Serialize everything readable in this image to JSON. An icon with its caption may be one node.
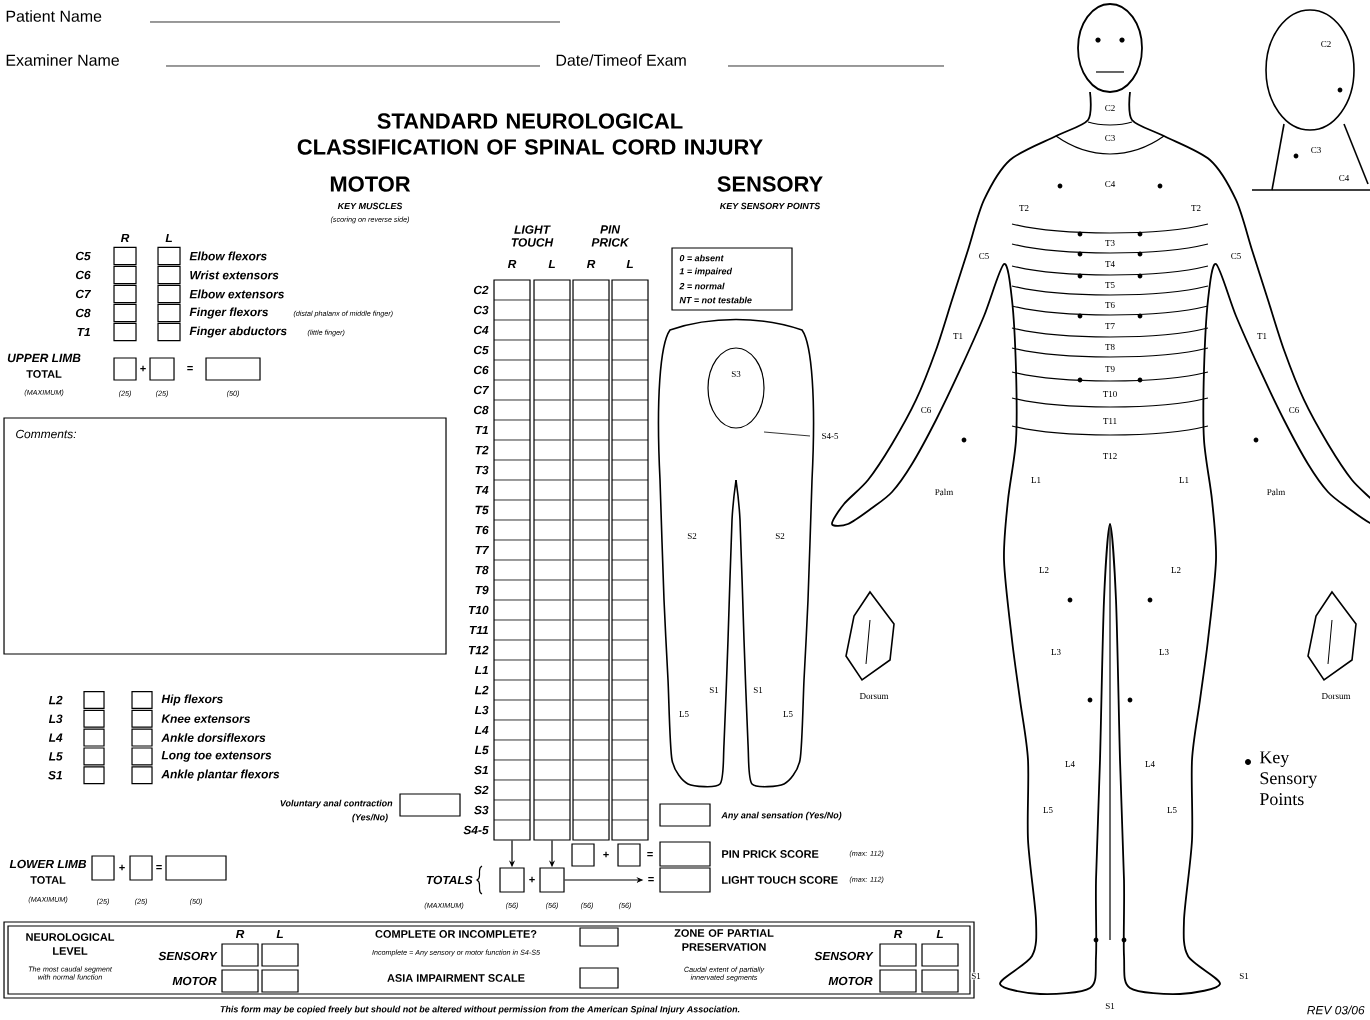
{
  "diagram": {
    "title": "STANDARD NEUROLOGICAL CLASSIFICATION OF SPINAL CORD INJURY",
    "nodes": [
      {
        "text": [],
        "shape": "box"
      },
      {
        "text": [],
        "shape": "box"
      },
      {
        "text": [],
        "shape": "box"
      },
      {
        "text": [],
        "shape": "box"
      },
      {
        "text": [],
        "shape": "box"
      },
      {
        "text": [],
        "shape": "box"
      },
      {
        "text": [],
        "shape": "box"
      },
      {
        "text": [],
        "shape": "box"
      },
      {
        "text": [],
        "shape": "box"
      },
      {
        "text": [],
        "shape": "box"
      },
      {
        "text": [],
        "shape": "box"
      },
      {
        "text": [],
        "shape": "box"
      },
      {
        "text": [],
        "shape": "box"
      },
      {
        "text": [],
        "shape": "box"
      },
      {
        "text": [],
        "shape": "box"
      },
      {
        "text": [],
        "shape": "box"
      },
      {
        "text": [],
        "shape": "box"
      },
      {
        "text": [],
        "shape": "box"
      }
    ],
    "edges": [
      {
        "from": 0,
        "to": 2,
        "arrow": "to"
      },
      {
        "from": 1,
        "to": 3,
        "arrow": "to"
      },
      {
        "from": 3,
        "to": 4,
        "arrow": "to"
      }
    ],
    "labels": [
      "Patient Name",
      "Examiner Name",
      "Date/Timeof Exam",
      "MOTOR",
      "KEY MUSCLES",
      "(scoring on reverse side)",
      "R",
      "L",
      "C5",
      "C6",
      "C7",
      "C8",
      "T1",
      "Elbow flexors",
      "Wrist extensors",
      "Elbow extensors",
      "Finger flexors",
      "(distal phalanx of middle finger)",
      "Finger abductors",
      "(little finger)",
      "UPPER LIMB",
      "TOTAL",
      "(MAXIMUM)",
      "+",
      "=",
      "(25)",
      "(25)",
      "(50)",
      "Comments:",
      "L2",
      "L3",
      "L4",
      "L5",
      "S1",
      "Hip flexors",
      "Knee extensors",
      "Ankle dorsiflexors",
      "Long toe extensors",
      "Ankle plantar flexors",
      "Voluntary anal contraction",
      "(Yes/No)",
      "LOWER LIMB",
      "TOTAL",
      "(MAXIMUM)",
      "+",
      "=",
      "(25)",
      "(25)",
      "(50)",
      "SENSORY",
      "KEY SENSORY POINTS",
      "LIGHT TOUCH",
      "PIN PRICK",
      "R",
      "L",
      "R",
      "L",
      "C2",
      "C3",
      "C4",
      "C5",
      "C6",
      "C7",
      "C8",
      "T1",
      "T2",
      "T3",
      "T4",
      "T5",
      "T6",
      "T7",
      "T8",
      "T9",
      "T10",
      "T11",
      "T12",
      "L1",
      "L2",
      "L3",
      "L4",
      "L5",
      "S1",
      "S2",
      "S3",
      "S4-5",
      "0 = absent",
      "1 = impaired",
      "2 = normal",
      "NT = not testable",
      "Any anal sensation (Yes/No)",
      "PIN PRICK SCORE",
      "(max: 112)",
      "LIGHT TOUCH SCORE",
      "(max: 112)",
      "TOTALS",
      "(MAXIMUM)",
      "(56)",
      "(56)",
      "(56)",
      "(56)",
      "+",
      "=",
      "+",
      "=",
      "NEUROLOGICAL LEVEL",
      "The most caudal segment with normal function",
      "SENSORY",
      "MOTOR",
      "R",
      "L",
      "COMPLETE OR INCOMPLETE?",
      "Incomplete = Any sensory or motor function in S4-S5",
      "ASIA IMPAIRMENT SCALE",
      "ZONE OF PARTIAL PRESERVATION",
      "Caudal extent of partially innervated segments",
      "SENSORY",
      "MOTOR",
      "R",
      "L",
      "This form may be copied freely but should not be altered without permission from the American Spinal Injury Association.",
      "REV 03/06",
      "C2",
      "C3",
      "C4",
      "T2",
      "T2",
      "C5",
      "C5",
      "T3",
      "T4",
      "T5",
      "T6",
      "T7",
      "T8",
      "T9",
      "T10",
      "T11",
      "T12",
      "T1",
      "T1",
      "C6",
      "C6",
      "L1",
      "L1",
      "Palm",
      "Palm",
      "L2",
      "L2",
      "Dorsum",
      "Dorsum",
      "L3",
      "L3",
      "L4",
      "L4",
      "L5",
      "L5",
      "S1",
      "S1",
      "S1",
      "C2",
      "C3",
      "C4",
      "S3",
      "S4-5",
      "S2",
      "S2",
      "S1",
      "S1",
      "L5",
      "L5"
    ],
    "legend": [
      {
        "text": "Key Sensory Points"
      }
    ]
  }
}
